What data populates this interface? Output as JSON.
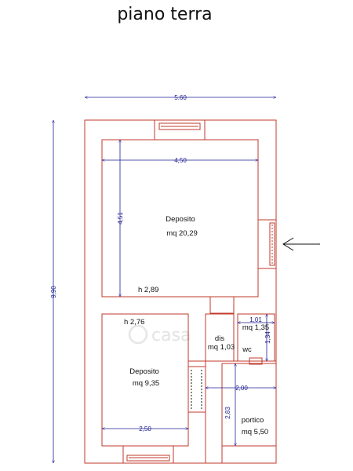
{
  "title": "piano terra",
  "colors": {
    "walls": "#c0392b",
    "dimensions": "#1f1f9a",
    "text": "#111111"
  },
  "dimensions": {
    "overall_width": "5.60",
    "overall_height": "9,90",
    "deposito_large_width": "4,50",
    "deposito_large_height": "4,51",
    "deposito_small_width": "2,50",
    "wc_width": "1,01",
    "wc_height": "1,34",
    "portico_width": "2,00",
    "portico_height": "2,83"
  },
  "rooms": {
    "deposito_large": {
      "name": "Deposito",
      "area": "mq 20,29",
      "height": "h 2,89"
    },
    "deposito_small": {
      "name": "Deposito",
      "area": "mq 9,35",
      "height": "h 2,76"
    },
    "dis": {
      "name": "dis",
      "area": "mq 1,03"
    },
    "wc": {
      "name": "wc",
      "area": "mq 1,35"
    },
    "portico": {
      "name": "portico",
      "area": "mq 5,50"
    }
  },
  "watermark": "casa",
  "icons": [
    "entrance-arrow-icon",
    "watermark-logo-icon"
  ]
}
